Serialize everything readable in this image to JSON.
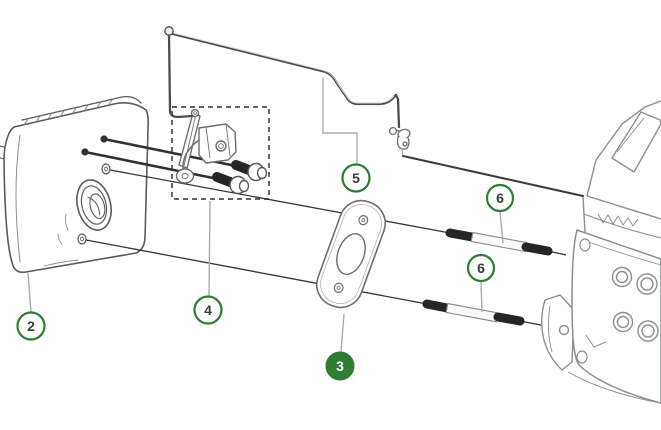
{
  "figure": {
    "type": "exploded-parts-diagram",
    "background": "#ffffff",
    "accent_green": "#2e7d32",
    "callout_text_color": "#3a3a3a",
    "line_color_dark": "#2f3234",
    "line_color_gray": "#8b8f91",
    "leader_color": "#a9adad"
  },
  "callouts": [
    {
      "label": "2",
      "style": "outline"
    },
    {
      "label": "4",
      "style": "outline"
    },
    {
      "label": "3",
      "style": "filled"
    },
    {
      "label": "5",
      "style": "outline"
    },
    {
      "label": "6",
      "style": "outline"
    },
    {
      "label": "6",
      "style": "outline"
    }
  ],
  "selected_callout": "3"
}
